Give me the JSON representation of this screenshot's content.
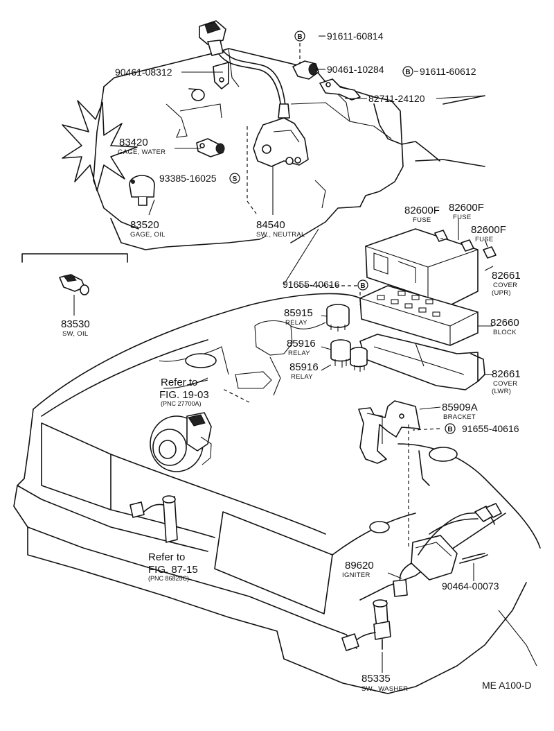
{
  "parts": {
    "p91611_60814": {
      "code": "91611-60814",
      "marker": "B"
    },
    "p90461_10284": {
      "code": "90461-10284"
    },
    "p91611_60612": {
      "code": "91611-60612",
      "marker": "B"
    },
    "p90461_08312": {
      "code": "90461-08312"
    },
    "p82711_24120": {
      "code": "82711-24120"
    },
    "p83420": {
      "code": "83420",
      "desc": "GAGE, WATER"
    },
    "p93385_16025": {
      "code": "93385-16025",
      "marker": "S"
    },
    "p83520": {
      "code": "83520",
      "desc": "GAGE, OIL"
    },
    "p84540": {
      "code": "84540",
      "desc": "SW., NEUTRAL"
    },
    "p82600f_a": {
      "code": "82600F",
      "desc": "FUSE"
    },
    "p82600f_b": {
      "code": "82600F",
      "desc": "FUSE"
    },
    "p82600f_c": {
      "code": "82600F",
      "desc": "FUSE"
    },
    "p83530": {
      "code": "83530",
      "desc": "SW, OIL"
    },
    "p91655_40616_a": {
      "code": "91655-40616",
      "marker": "B"
    },
    "p82661_upr": {
      "code": "82661",
      "desc1": "COVER",
      "desc2": "(UPR)"
    },
    "p85915": {
      "code": "85915",
      "desc": "RELAY"
    },
    "p82660": {
      "code": "82660",
      "desc": "BLOCK"
    },
    "p85916_a": {
      "code": "85916",
      "desc": "RELAY"
    },
    "p85916_b": {
      "code": "85916",
      "desc": "RELAY"
    },
    "p82661_lwr": {
      "code": "82661",
      "desc1": "COVER",
      "desc2": "(LWR)"
    },
    "p85909a": {
      "code": "85909A",
      "desc": "BRACKET"
    },
    "p91655_40616_b": {
      "code": "91655-40616",
      "marker": "B"
    },
    "p89620": {
      "code": "89620",
      "desc": "IGNITER"
    },
    "p90464_00073": {
      "code": "90464-00073"
    },
    "p85335": {
      "code": "85335",
      "desc": "SW., WASHER"
    }
  },
  "refs": {
    "alt": {
      "line1": "Refer to",
      "line2": "FIG. 19-03",
      "pnc": "(PNC 27700A)"
    },
    "distr": {
      "line1": "Refer to",
      "line2": "FIG. 87-15",
      "pnc": "(PNC 86825C)"
    }
  },
  "figure_code": "ME A100-D"
}
